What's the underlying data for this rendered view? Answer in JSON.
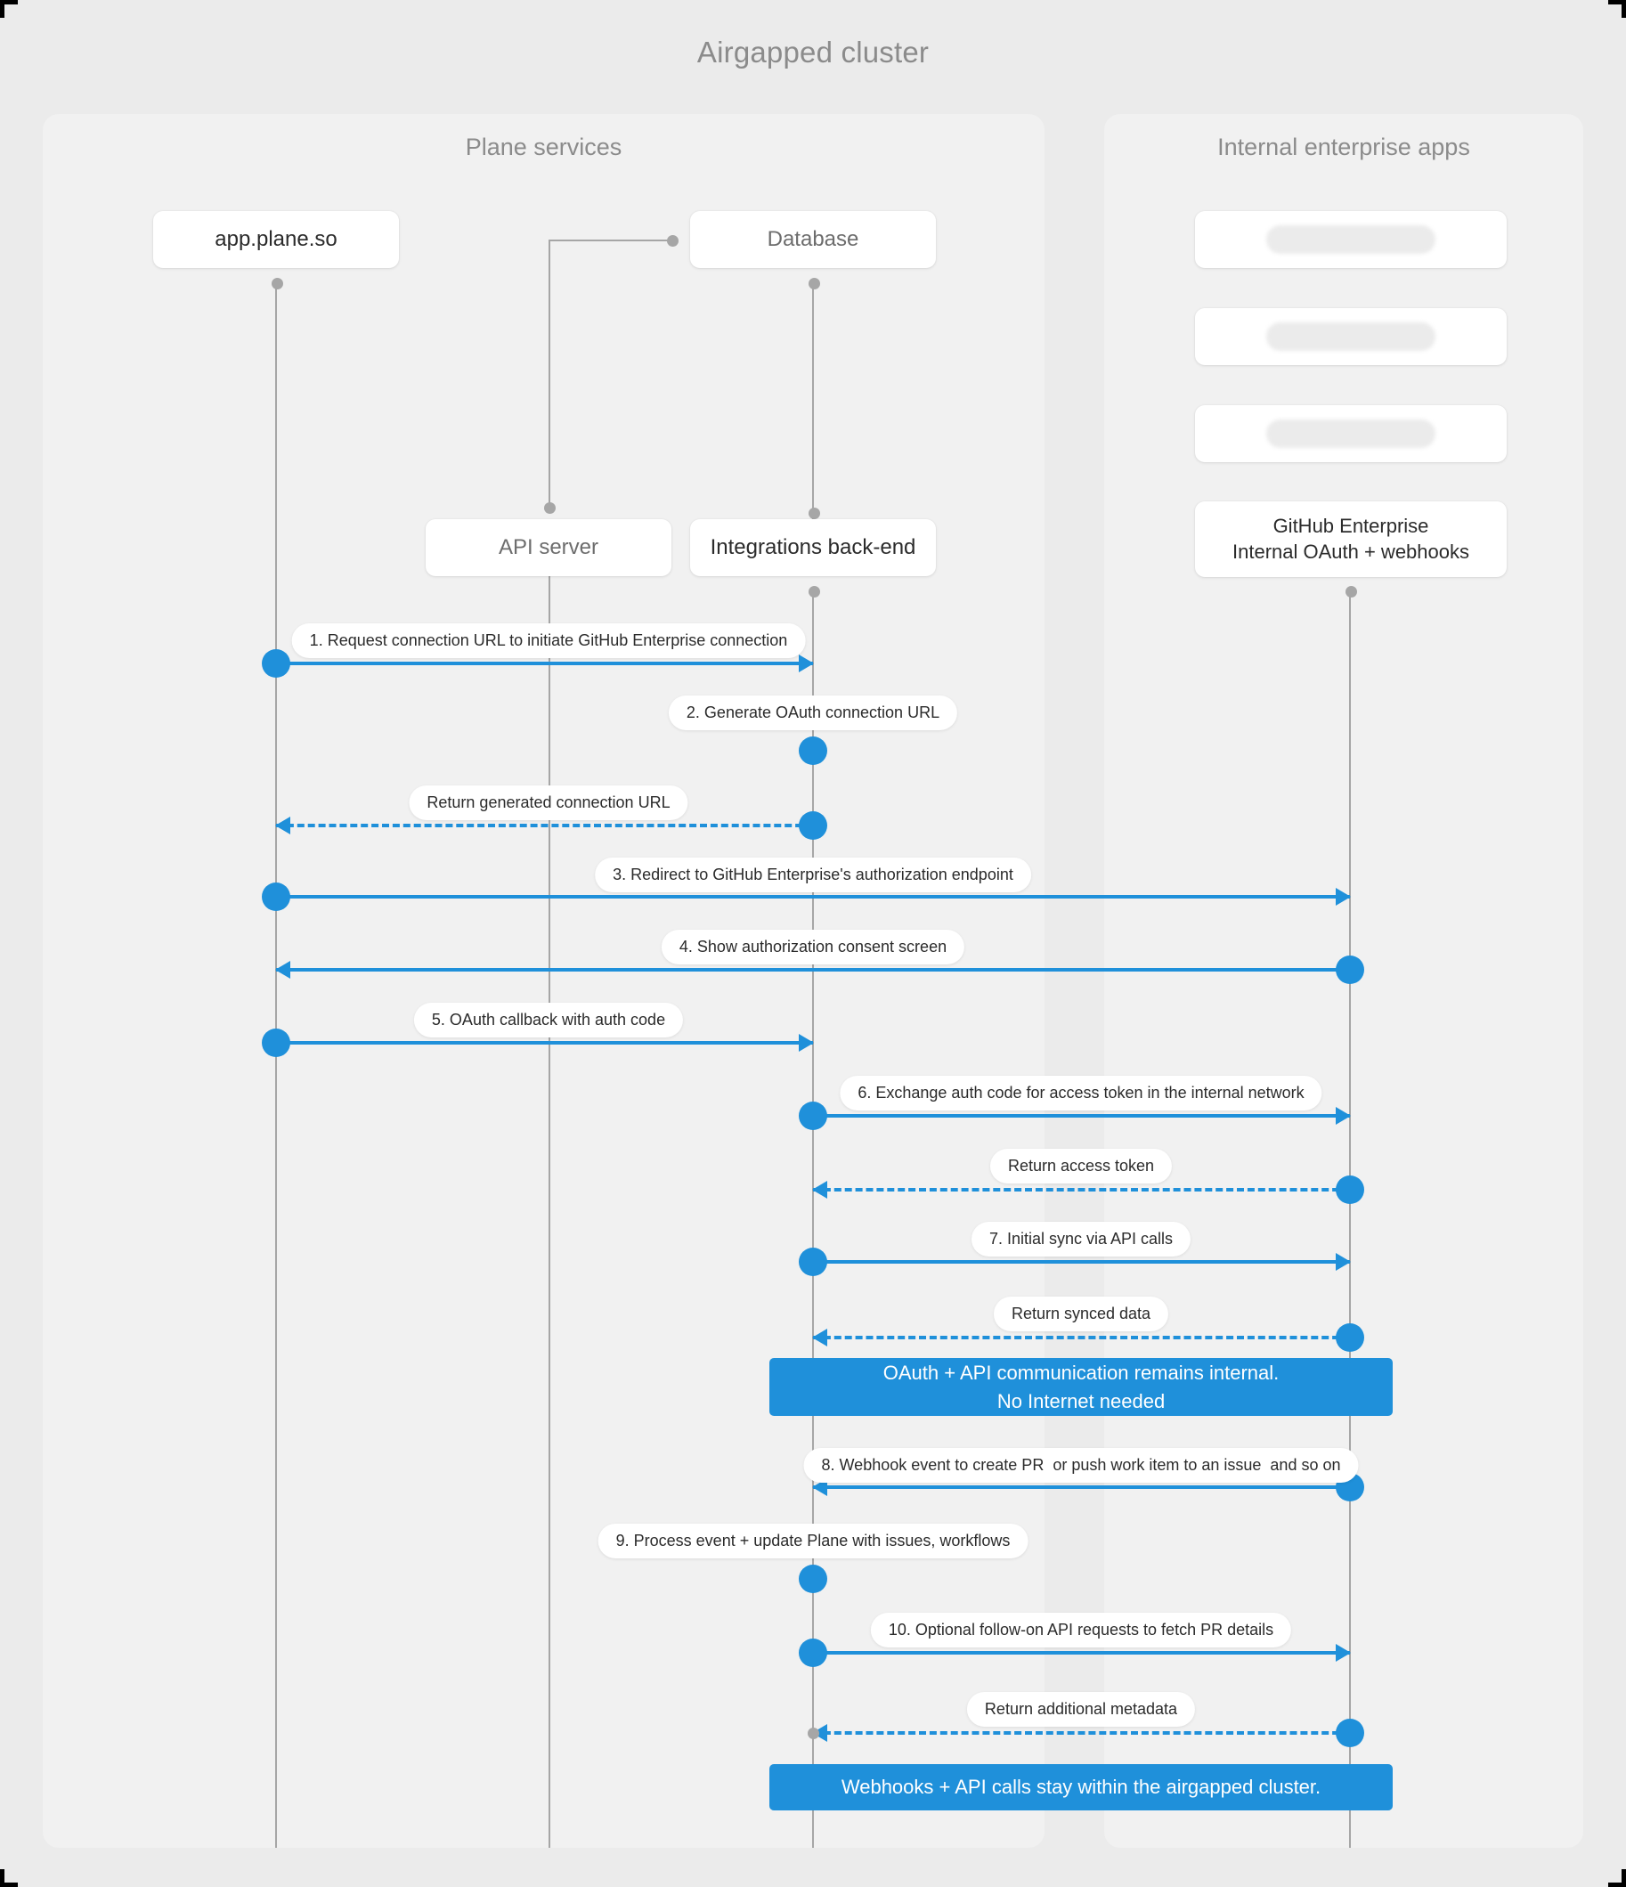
{
  "diagram": {
    "title": "Airgapped cluster",
    "accent_color": "#1f90da",
    "background_color": "#ebebeb",
    "panel_color": "#f1f1f1"
  },
  "panels": [
    {
      "id": "plane",
      "title": "Plane services"
    },
    {
      "id": "enterprise",
      "title": "Internal enterprise apps"
    }
  ],
  "participants": [
    {
      "id": "appplane",
      "label": "app.plane.so"
    },
    {
      "id": "database",
      "label": "Database"
    },
    {
      "id": "apiserver",
      "label": "API server"
    },
    {
      "id": "integrations",
      "label": "Integrations back-end"
    },
    {
      "id": "github",
      "label": "GitHub Enterprise\nInternal OAuth + webhooks"
    }
  ],
  "placeholders": [
    {
      "id": "ph-1",
      "label": ""
    },
    {
      "id": "ph-2",
      "label": ""
    },
    {
      "id": "ph-3",
      "label": ""
    }
  ],
  "messages": [
    {
      "n": "1",
      "label": "1. Request connection URL to initiate GitHub Enterprise connection",
      "from": "appplane",
      "to": "integrations",
      "style": "solid",
      "dir": "right"
    },
    {
      "n": "2",
      "label": "2. Generate OAuth connection URL",
      "from": "integrations",
      "to": "integrations",
      "style": "self",
      "dir": "self"
    },
    {
      "n": "",
      "label": "Return generated connection URL",
      "from": "integrations",
      "to": "appplane",
      "style": "dashed",
      "dir": "left"
    },
    {
      "n": "3",
      "label": "3. Redirect to GitHub Enterprise's authorization endpoint",
      "from": "appplane",
      "to": "github",
      "style": "solid",
      "dir": "right"
    },
    {
      "n": "4",
      "label": "4. Show authorization consent screen",
      "from": "github",
      "to": "appplane",
      "style": "solid",
      "dir": "left"
    },
    {
      "n": "5",
      "label": "5. OAuth callback with auth code",
      "from": "appplane",
      "to": "integrations",
      "style": "solid",
      "dir": "right"
    },
    {
      "n": "6",
      "label": "6. Exchange auth code for access token in the internal network",
      "from": "integrations",
      "to": "github",
      "style": "solid",
      "dir": "right"
    },
    {
      "n": "",
      "label": "Return access token",
      "from": "github",
      "to": "integrations",
      "style": "dashed",
      "dir": "left"
    },
    {
      "n": "7",
      "label": "7. Initial sync via API calls",
      "from": "integrations",
      "to": "github",
      "style": "solid",
      "dir": "right"
    },
    {
      "n": "",
      "label": "Return synced data",
      "from": "github",
      "to": "integrations",
      "style": "dashed",
      "dir": "left"
    },
    {
      "n": "8",
      "label": "8. Webhook event to create PR  or push work item to an issue  and so on",
      "from": "github",
      "to": "integrations",
      "style": "solid",
      "dir": "left"
    },
    {
      "n": "9",
      "label": "9. Process event + update Plane with issues, workflows",
      "from": "integrations",
      "to": "integrations",
      "style": "self",
      "dir": "self"
    },
    {
      "n": "10",
      "label": "10. Optional follow-on API requests to fetch PR details",
      "from": "integrations",
      "to": "github",
      "style": "solid",
      "dir": "right"
    },
    {
      "n": "",
      "label": "Return additional metadata",
      "from": "github",
      "to": "integrations",
      "style": "dashed",
      "dir": "left"
    }
  ],
  "notes": [
    {
      "id": "note-1",
      "label": "OAuth + API communication remains internal.\nNo Internet needed"
    },
    {
      "id": "note-2",
      "label": "Webhooks + API calls stay within the airgapped cluster."
    }
  ]
}
